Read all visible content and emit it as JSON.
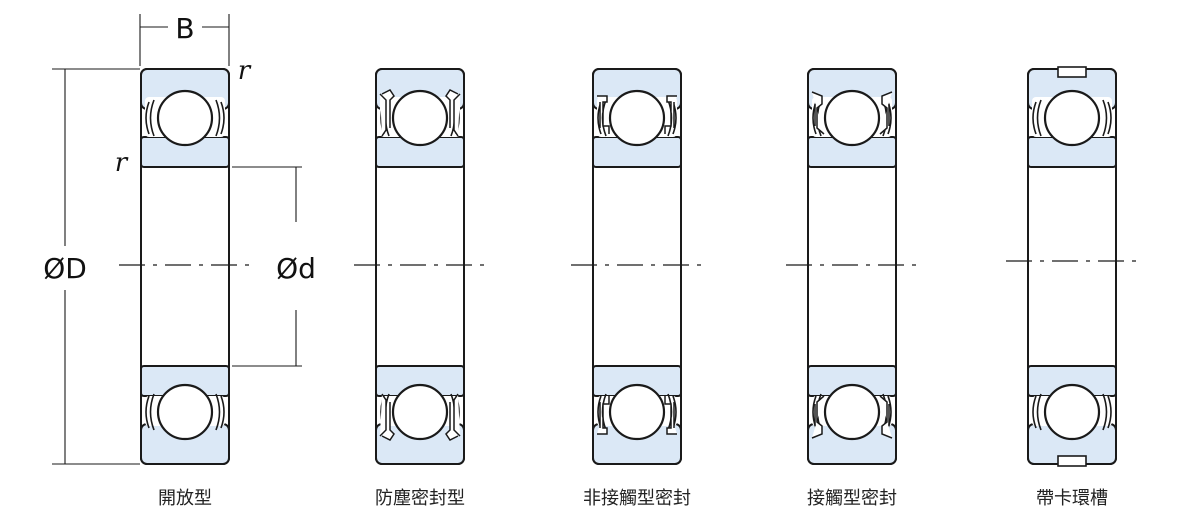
{
  "labels": {
    "width": "B",
    "outer_diameter": "ØD",
    "bore_diameter": "Ød",
    "radius_top": "r",
    "radius_left": "r"
  },
  "bearings": [
    {
      "caption": "開放型",
      "seal": "open"
    },
    {
      "caption": "防塵密封型",
      "seal": "shield"
    },
    {
      "caption": "非接觸型密封",
      "seal": "non-contact"
    },
    {
      "caption": "接觸型密封",
      "seal": "contact"
    },
    {
      "caption": "帶卡環槽",
      "seal": "snap-ring"
    }
  ],
  "colors": {
    "ring_fill": "#dbe8f6",
    "stroke": "#1a1a1a"
  }
}
